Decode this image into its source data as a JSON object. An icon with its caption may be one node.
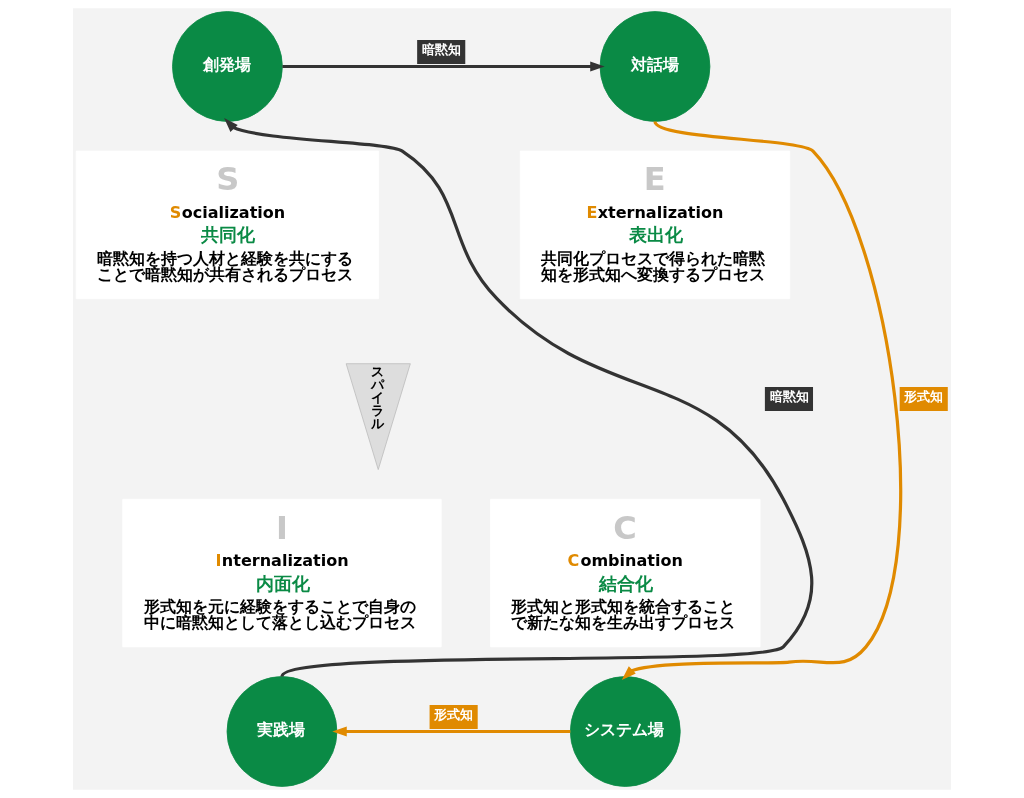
{
  "diagram": {
    "nodes": [
      {
        "text": [
          "創発場"
        ]
      },
      {
        "text": [
          "対話場"
        ]
      },
      {
        "text": [
          "S",
          "Socialization",
          "共同化",
          "暗黙知を持つ人材と経験を共にすることで暗黙知が共有されるプロセス"
        ]
      },
      {
        "text": [
          "E",
          "Externalization",
          "表出化",
          "共同化プロセスで得られた暗黙知を形式知へ変換するプロセス"
        ]
      },
      {
        "text": [
          "スパイラル"
        ]
      },
      {
        "text": [
          "I",
          "Internalization",
          "内面化",
          "形式知を元に経験をすることで自身の中に暗黙知として落とし込むプロセス"
        ]
      },
      {
        "text": [
          "C",
          "Combination",
          "結合化",
          "形式知と形式知を統合することで新たな知を生み出すプロセス"
        ]
      },
      {
        "text": [
          "実践場"
        ]
      },
      {
        "text": [
          "システム場"
        ]
      }
    ],
    "edges": [
      {
        "from": 0,
        "to": 1,
        "arrow": "to",
        "label": "暗黙知",
        "color": "#333333"
      },
      {
        "from": 1,
        "to": 8,
        "arrow": "to",
        "label": "形式知",
        "color": "#e08a00"
      },
      {
        "from": 8,
        "to": 7,
        "arrow": "to",
        "label": "形式知",
        "color": "#e08a00"
      },
      {
        "from": 7,
        "to": 0,
        "arrow": "to",
        "label": "暗黙知",
        "color": "#333333"
      }
    ]
  }
}
